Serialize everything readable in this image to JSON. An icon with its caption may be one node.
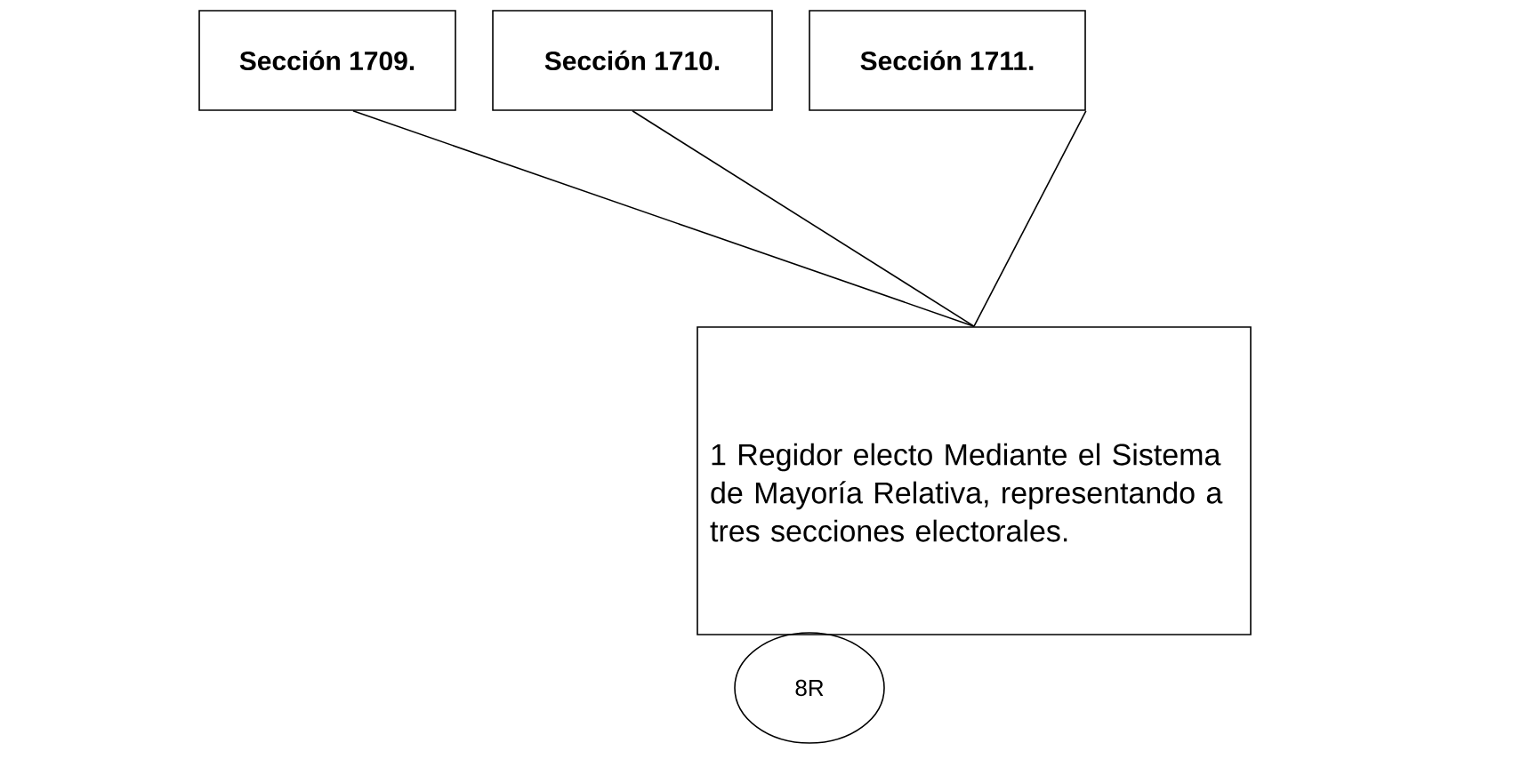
{
  "diagram": {
    "nodes": [
      {
        "text": [
          "Sección 1709."
        ]
      },
      {
        "text": [
          "Sección 1710."
        ]
      },
      {
        "text": [
          "Sección 1711."
        ]
      },
      {
        "text": [
          "1 Regidor electo Mediante el Sistema de Mayoría Relativa, representando a tres secciones electorales."
        ]
      },
      {
        "text": [
          "8R"
        ]
      }
    ],
    "edges": [
      {
        "from": 0,
        "to": 3,
        "arrow": "none"
      },
      {
        "from": 1,
        "to": 3,
        "arrow": "none"
      },
      {
        "from": 2,
        "to": 3,
        "arrow": "none"
      }
    ]
  }
}
